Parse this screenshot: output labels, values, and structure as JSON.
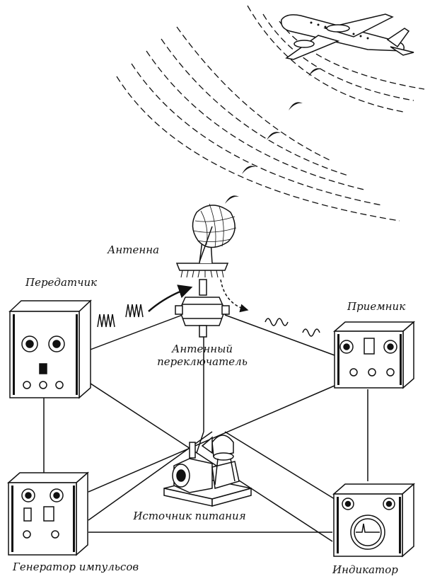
{
  "labels": {
    "antenna": "Антенна",
    "transmitter": "Передатчик",
    "receiver": "Приемник",
    "antenna_switch_line1": "Антенный",
    "antenna_switch_line2": "переключатель",
    "power_supply": "Источник питания",
    "pulse_generator": "Генератор импульсов",
    "indicator": "Индикатор"
  },
  "colors": {
    "ink": "#111111",
    "paper": "#ffffff"
  },
  "icons": [
    "airplane-icon",
    "dish-antenna-icon",
    "antenna-switch-icon",
    "transmitter-cabinet-icon",
    "receiver-cabinet-icon",
    "pulse-generator-cabinet-icon",
    "indicator-cabinet-icon",
    "power-supply-machine-icon"
  ]
}
